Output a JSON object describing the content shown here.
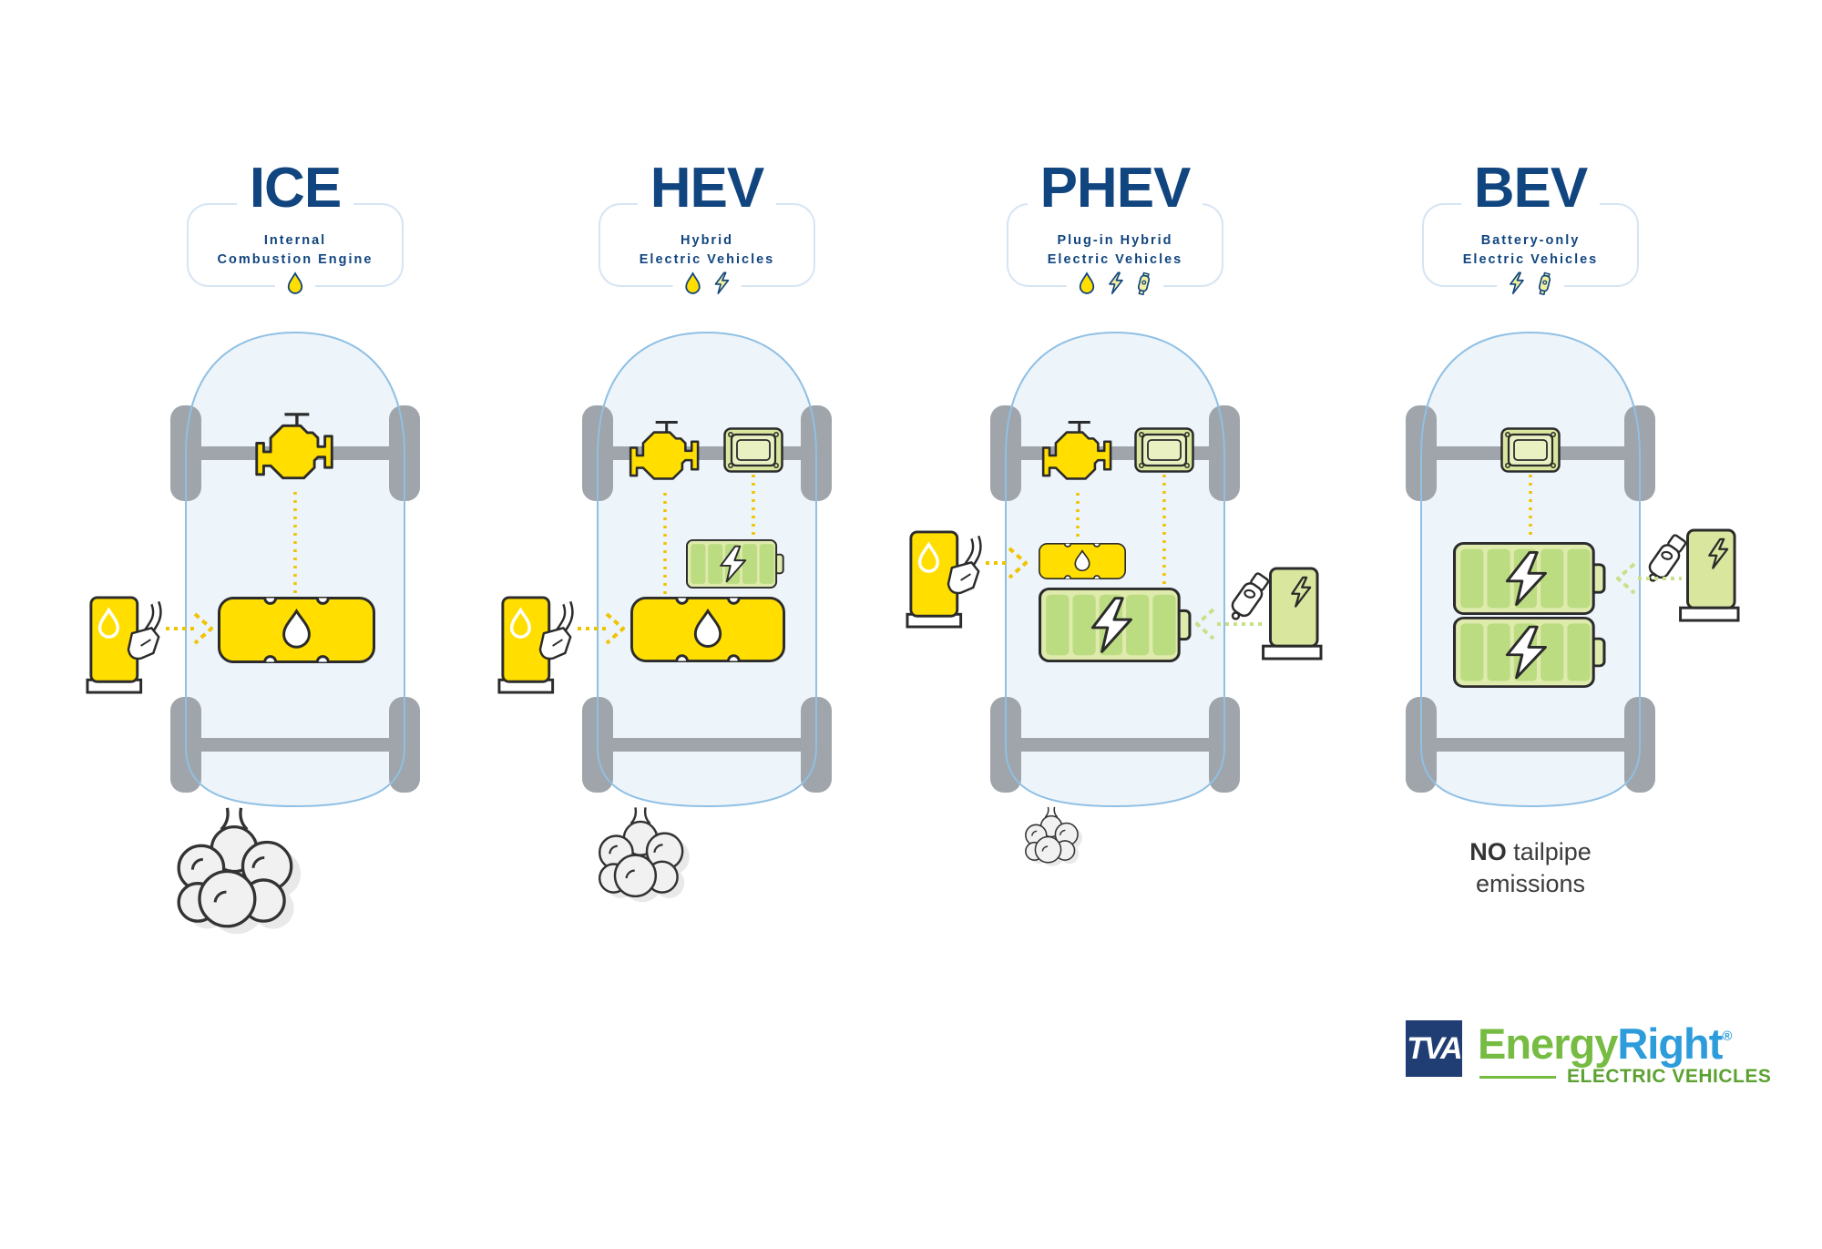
{
  "columns": [
    {
      "title": "ICE",
      "subtitle1": "Internal",
      "subtitle2": "Combustion Engine",
      "header_icons": [
        "fuel-drop"
      ],
      "powertrain": [
        "engine",
        "fuel-tank"
      ],
      "refueling": [
        "gas-pump"
      ],
      "exhaust": "large-cloud"
    },
    {
      "title": "HEV",
      "subtitle1": "Hybrid",
      "subtitle2": "Electric Vehicles",
      "header_icons": [
        "fuel-drop",
        "lightning-bolt"
      ],
      "powertrain": [
        "engine",
        "inverter",
        "small-battery",
        "fuel-tank"
      ],
      "refueling": [
        "gas-pump"
      ],
      "exhaust": "medium-cloud"
    },
    {
      "title": "PHEV",
      "subtitle1": "Plug-in Hybrid",
      "subtitle2": "Electric Vehicles",
      "header_icons": [
        "fuel-drop",
        "lightning-bolt",
        "charge-plug"
      ],
      "powertrain": [
        "engine",
        "inverter",
        "small-fuel-tank",
        "large-battery"
      ],
      "refueling": [
        "gas-pump",
        "ev-charger"
      ],
      "exhaust": "small-cloud"
    },
    {
      "title": "BEV",
      "subtitle1": "Battery-only",
      "subtitle2": "Electric Vehicles",
      "header_icons": [
        "lightning-bolt",
        "charge-plug"
      ],
      "powertrain": [
        "inverter",
        "large-battery",
        "large-battery"
      ],
      "refueling": [
        "ev-charger"
      ],
      "exhaust": "none"
    }
  ],
  "bev_note": {
    "bold": "NO",
    "rest": " tailpipe emissions"
  },
  "logo": {
    "tva": "TVA",
    "energy": "Energy",
    "right": "Right",
    "registered": "®",
    "division": "ELECTRIC VEHICLES"
  },
  "colors": {
    "navy": "#11457F",
    "yellow": "#FFDE00",
    "battery_green": "#BCDC82",
    "pale_green": "#D9E79E",
    "car_fill": "#EDF4FA",
    "car_outline": "#90C0E4",
    "wheel_gray": "#9FA5AA",
    "logo_green": "#76BC43",
    "logo_blue": "#2D9CDB",
    "tva_navy": "#203E73"
  }
}
